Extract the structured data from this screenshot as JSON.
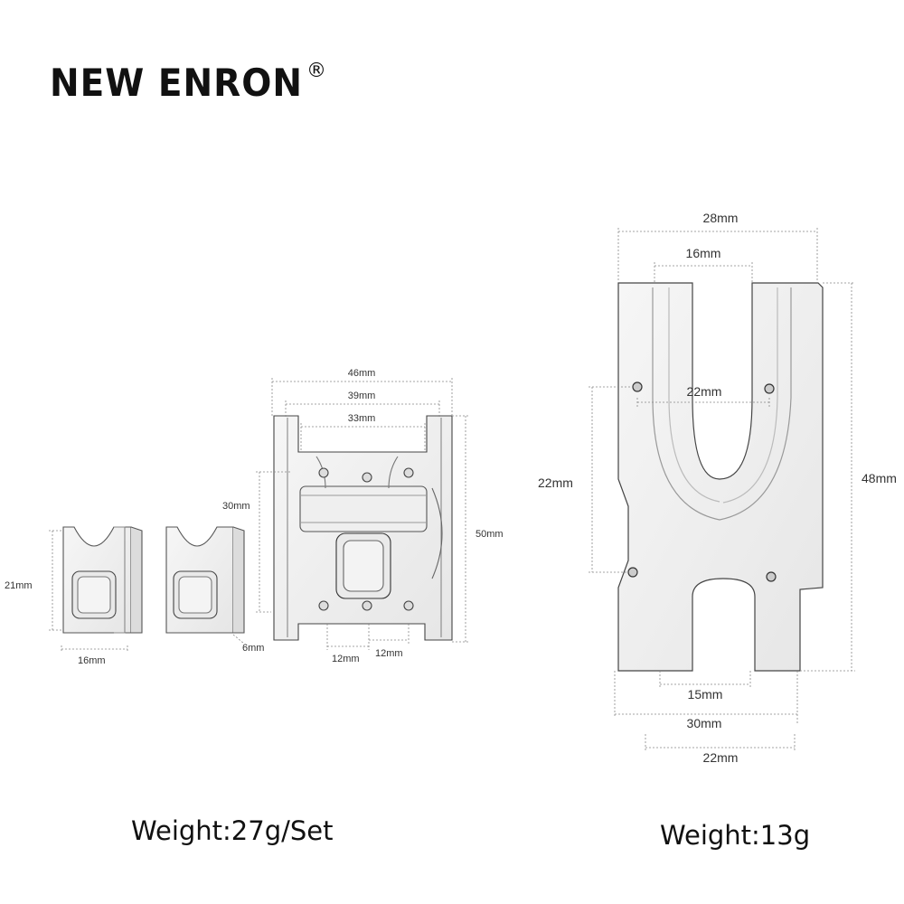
{
  "brand": {
    "name": "NEW ENRON",
    "registered": "®"
  },
  "left_assembly": {
    "dimensions": {
      "top_46": "46mm",
      "top_39": "39mm",
      "top_33": "33mm",
      "side_30": "30mm",
      "side_50": "50mm",
      "bottom_12a": "12mm",
      "bottom_12b": "12mm",
      "block_21": "21mm",
      "block_16": "16mm",
      "block_6": "6mm"
    },
    "weight": "Weight:27g/Set"
  },
  "right_part": {
    "dimensions": {
      "top_28": "28mm",
      "top_16": "16mm",
      "mid_22": "22mm",
      "left_22": "22mm",
      "right_48": "48mm",
      "bottom_15": "15mm",
      "bottom_30": "30mm",
      "bottom_22": "22mm"
    },
    "weight": "Weight:13g"
  }
}
